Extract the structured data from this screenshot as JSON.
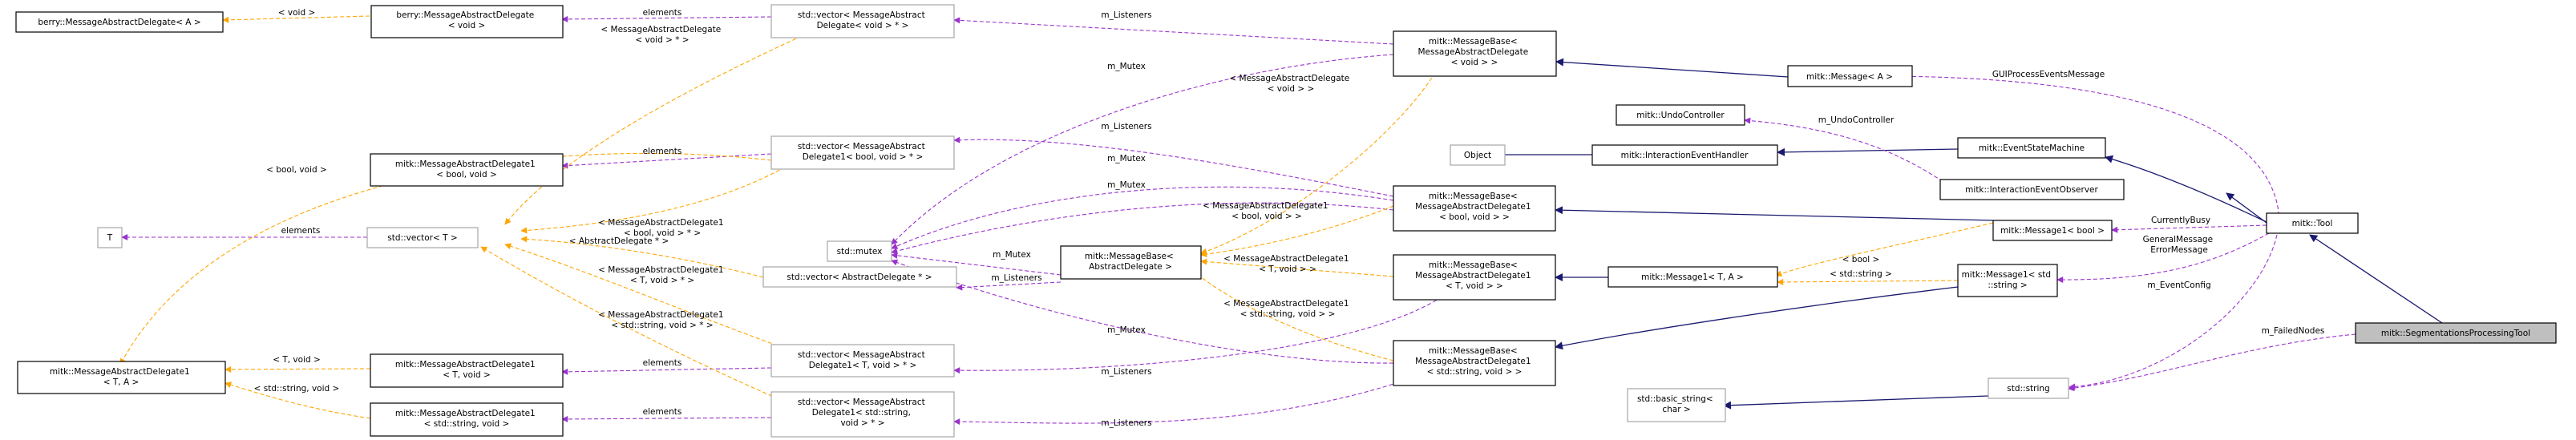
{
  "nodes": {
    "berry_delegate_A": {
      "lines": [
        "berry::MessageAbstractDelegate< A >"
      ]
    },
    "berry_delegate_void": {
      "lines": [
        "berry::MessageAbstractDelegate",
        "< void >"
      ]
    },
    "vec_delegate_void": {
      "lines": [
        "std::vector< MessageAbstract",
        "Delegate< void > * >"
      ]
    },
    "msgbase_delegate_void": {
      "lines": [
        "mitk::MessageBase<",
        "MessageAbstractDelegate",
        "< void > >"
      ]
    },
    "message_A": {
      "lines": [
        "mitk::Message< A >"
      ]
    },
    "undo_controller": {
      "lines": [
        "mitk::UndoController"
      ]
    },
    "object": {
      "lines": [
        "Object"
      ]
    },
    "interaction_event_handler": {
      "lines": [
        "mitk::InteractionEventHandler"
      ]
    },
    "event_state_machine": {
      "lines": [
        "mitk::EventStateMachine"
      ]
    },
    "interaction_event_observer": {
      "lines": [
        "mitk::InteractionEventObserver"
      ]
    },
    "tool": {
      "lines": [
        "mitk::Tool"
      ]
    },
    "segmentations_processing_tool": {
      "lines": [
        "mitk::SegmentationsProcessingTool"
      ]
    },
    "std_string": {
      "lines": [
        "std::string"
      ]
    },
    "basic_string": {
      "lines": [
        "std::basic_string<",
        "char >"
      ]
    },
    "delegate1_bool_void": {
      "lines": [
        "mitk::MessageAbstractDelegate1",
        "< bool, void >"
      ]
    },
    "vec_delegate1_bool_void": {
      "lines": [
        "std::vector< MessageAbstract",
        "Delegate1< bool, void > * >"
      ]
    },
    "T": {
      "lines": [
        "T"
      ]
    },
    "std_vector_T": {
      "lines": [
        "std::vector< T >"
      ]
    },
    "std_mutex": {
      "lines": [
        "std::mutex"
      ]
    },
    "msgbase_abstract_delegate": {
      "lines": [
        "mitk::MessageBase<",
        "AbstractDelegate >"
      ]
    },
    "vec_abstract_delegate": {
      "lines": [
        "std::vector< AbstractDelegate * >"
      ]
    },
    "msgbase_delegate1_bool_void": {
      "lines": [
        "mitk::MessageBase<",
        "MessageAbstractDelegate1",
        "< bool, void > >"
      ]
    },
    "message1_bool": {
      "lines": [
        "mitk::Message1< bool >"
      ]
    },
    "msgbase_delegate1_T_void": {
      "lines": [
        "mitk::MessageBase<",
        "MessageAbstractDelegate1",
        "< T, void > >"
      ]
    },
    "message1_T_A": {
      "lines": [
        "mitk::Message1< T, A >"
      ]
    },
    "message1_string": {
      "lines": [
        "mitk::Message1< std",
        "::string >"
      ]
    },
    "delegate1_T_A": {
      "lines": [
        "mitk::MessageAbstractDelegate1",
        "< T, A >"
      ]
    },
    "delegate1_T_void": {
      "lines": [
        "mitk::MessageAbstractDelegate1",
        "< T, void >"
      ]
    },
    "vec_delegate1_T_void": {
      "lines": [
        "std::vector< MessageAbstract",
        "Delegate1< T, void > * >"
      ]
    },
    "msgbase_delegate1_string_void": {
      "lines": [
        "mitk::MessageBase<",
        "MessageAbstractDelegate1",
        "< std::string, void > >"
      ]
    },
    "delegate1_string_void": {
      "lines": [
        "mitk::MessageAbstractDelegate1",
        "< std::string, void >"
      ]
    },
    "vec_delegate1_string_void": {
      "lines": [
        "std::vector< MessageAbstract",
        "Delegate1< std::string,",
        "void > * >"
      ]
    }
  },
  "edge_labels": {
    "void": "< void >",
    "elements": "elements",
    "msgabs_delegate_void_ptr": [
      "< MessageAbstractDelegate",
      "< void > * >"
    ],
    "m_listeners": "m_Listeners",
    "m_mutex": "m_Mutex",
    "msgabs_delegate_void": [
      "< MessageAbstractDelegate",
      "< void > >"
    ],
    "gui_process_events_message": "GUIProcessEventsMessage",
    "m_undo_controller": "m_UndoController",
    "bool_void": "< bool, void >",
    "msgabs_delegate1_bool_void_ptr": [
      "< MessageAbstractDelegate1",
      "< bool, void > * >"
    ],
    "msgabs_delegate1_bool_void": [
      "< MessageAbstractDelegate1",
      "< bool, void > >"
    ],
    "abstract_delegate_ptr": "< AbstractDelegate * >",
    "currently_busy": "CurrentlyBusy",
    "general_message_error_message": [
      "GeneralMessage",
      "ErrorMessage"
    ],
    "bool": "< bool >",
    "std_string": "< std::string >",
    "msgabs_delegate1_T_void": [
      "< MessageAbstractDelegate1",
      "< T, void > >"
    ],
    "msgabs_delegate1_T_void_ptr": [
      "< MessageAbstractDelegate1",
      "< T, void > * >"
    ],
    "msgabs_delegate1_string_void": [
      "< MessageAbstractDelegate1",
      "< std::string, void > >"
    ],
    "msgabs_delegate1_string_void_ptr": [
      "< MessageAbstractDelegate1",
      "< std::string, void > * >"
    ],
    "m_event_config": "m_EventConfig",
    "m_failed_nodes": "m_FailedNodes",
    "T_void": "< T, void >",
    "std_string_void": "< std::string, void >"
  },
  "colors": {
    "inheritance": "#191970",
    "usage": "#9a32cd",
    "template": "#ffa500",
    "highlight_fill": "#bfbfbf",
    "external_border": "#a6a6a6"
  }
}
